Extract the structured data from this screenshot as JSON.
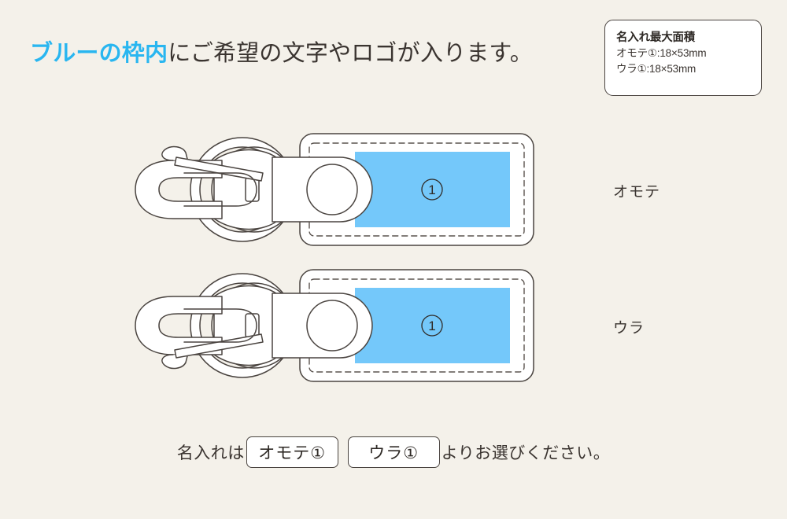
{
  "headline": {
    "highlight": "ブルーの枠内",
    "rest": "にご希望の文字やロゴが入ります。",
    "highlight_color": "#29b6f0",
    "text_color": "#3a3430"
  },
  "info_box": {
    "title": "名入れ最大面積",
    "lines": [
      "オモテ①:18×53mm",
      "ウラ①:18×53mm"
    ]
  },
  "products": [
    {
      "side_label": "オモテ",
      "imprint_mark": "①",
      "imprint_color": "#74c8fa"
    },
    {
      "side_label": "ウラ",
      "imprint_mark": "①",
      "imprint_color": "#74c8fa"
    }
  ],
  "select_line": {
    "prefix": "名入れは",
    "option_front": "オモテ①",
    "option_back": "ウラ①",
    "suffix": "よりお選びください。"
  },
  "palette": {
    "background": "#f4f1ea",
    "outline": "#4a4440",
    "tag_fill": "#ffffff",
    "imprint_blue": "#74c8fa",
    "accent_blue": "#29b6f0"
  }
}
